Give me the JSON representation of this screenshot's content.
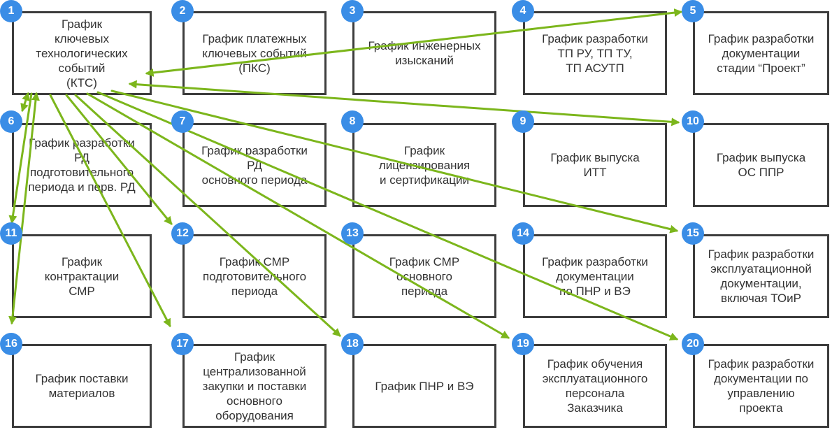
{
  "colors": {
    "arrow": "#7cb61c",
    "badge": "#3a8de6",
    "border": "#3d3d3d",
    "text": "#333333"
  },
  "boxes": [
    {
      "num": "1",
      "label": "График\nключевых\nтехнологических\nсобытий\n(КТС)"
    },
    {
      "num": "2",
      "label": "График платежных\nключевых событий\n(ПКС)"
    },
    {
      "num": "3",
      "label": "График инженерных\nизысканий"
    },
    {
      "num": "4",
      "label": "График разработки\nТП РУ, ТП ТУ,\nТП АСУТП"
    },
    {
      "num": "5",
      "label": "График разработки\nдокументации\nстадии “Проект”"
    },
    {
      "num": "6",
      "label": "График разработки\nРД\nподготовительного\nпериода и перв. РД"
    },
    {
      "num": "7",
      "label": "График разработки\nРД\nосновного периода"
    },
    {
      "num": "8",
      "label": "График\nлицензирования\nи сертификации"
    },
    {
      "num": "9",
      "label": "График выпуска\nИТТ"
    },
    {
      "num": "10",
      "label": "График выпуска\nОС ППР"
    },
    {
      "num": "11",
      "label": "График\nконтрактации\nСМР"
    },
    {
      "num": "12",
      "label": "График СМР\nподготовительного\nпериода"
    },
    {
      "num": "13",
      "label": "График СМР\nосновного\nпериода"
    },
    {
      "num": "14",
      "label": "График разработки\nдокументации\nпо ПНР и ВЭ"
    },
    {
      "num": "15",
      "label": "График разработки\nэксплуатационной\nдокументации,\nвключая ТОиР"
    },
    {
      "num": "16",
      "label": "График поставки\nматериалов"
    },
    {
      "num": "17",
      "label": "График\nцентрализованной\nзакупки и поставки\nосновного\nоборудования"
    },
    {
      "num": "18",
      "label": "График ПНР и ВЭ"
    },
    {
      "num": "19",
      "label": "График обучения\nэксплуатационного\nперсонала\nЗаказчика"
    },
    {
      "num": "20",
      "label": "График разработки\nдокументации по\nуправлению\nпроекта"
    }
  ]
}
